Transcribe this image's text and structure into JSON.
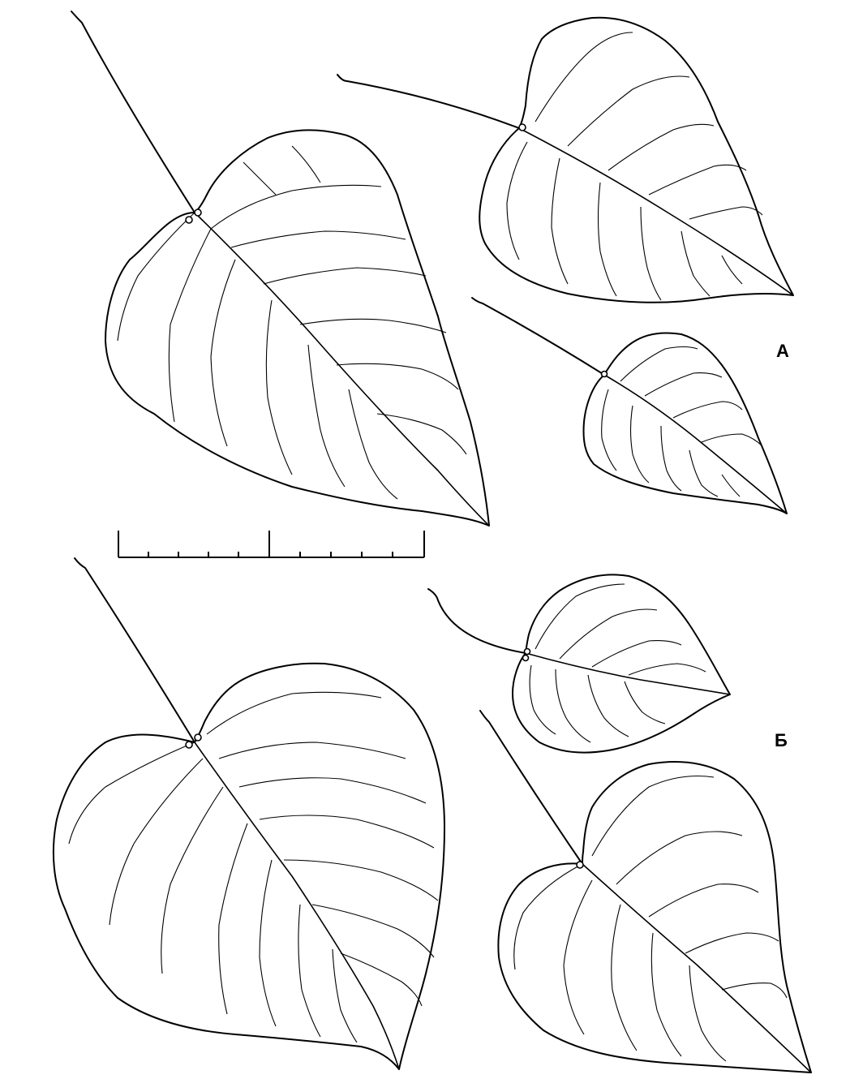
{
  "labels": {
    "group_a": "А",
    "group_b": "Б"
  },
  "colors": {
    "background": "#ffffff",
    "ink": "#000000"
  },
  "scale_bar": {
    "major_divisions": 2,
    "minor_ticks_per_division": 5
  }
}
